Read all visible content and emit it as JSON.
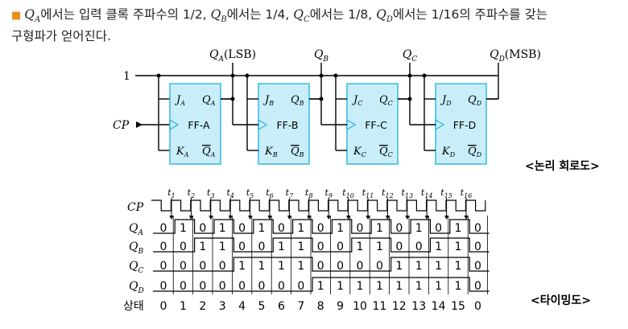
{
  "intro": {
    "line1_parts": [
      {
        "var": "Q",
        "sub": "A",
        "text": "에서는 입력 클록 주파수의 1/2, "
      },
      {
        "var": "Q",
        "sub": "B",
        "text": "에서는 1/4, "
      },
      {
        "var": "Q",
        "sub": "C",
        "text": "에서는 1/8, "
      },
      {
        "var": "Q",
        "sub": "D",
        "text": "에서는 1/16의 주파수를 갖는"
      }
    ],
    "line2": "구형파가 얻어진다."
  },
  "circuit": {
    "input_one": "1",
    "clock_label": "CP",
    "tap_labels": [
      {
        "var": "Q",
        "sub": "A",
        "suffix": "(LSB)"
      },
      {
        "var": "Q",
        "sub": "B",
        "suffix": ""
      },
      {
        "var": "Q",
        "sub": "C",
        "suffix": ""
      },
      {
        "var": "Q",
        "sub": "D",
        "suffix": "(MSB)"
      }
    ],
    "flipflops": [
      {
        "name": "FF-A",
        "j": "J",
        "k": "K",
        "q": "Q",
        "sub": "A"
      },
      {
        "name": "FF-B",
        "j": "J",
        "k": "K",
        "q": "Q",
        "sub": "B"
      },
      {
        "name": "FF-C",
        "j": "J",
        "k": "K",
        "q": "Q",
        "sub": "C"
      },
      {
        "name": "FF-D",
        "j": "J",
        "k": "K",
        "q": "Q",
        "sub": "D"
      }
    ],
    "caption": "<논리 회로도>"
  },
  "timing": {
    "time_labels": [
      "1",
      "2",
      "3",
      "4",
      "5",
      "6",
      "7",
      "8",
      "9",
      "10",
      "11",
      "12",
      "13",
      "14",
      "15",
      "16"
    ],
    "rows": [
      {
        "var": "Q",
        "sub": "A",
        "bits": [
          "0",
          "1",
          "0",
          "1",
          "0",
          "1",
          "0",
          "1",
          "0",
          "1",
          "0",
          "1",
          "0",
          "1",
          "0",
          "1",
          "0"
        ]
      },
      {
        "var": "Q",
        "sub": "B",
        "bits": [
          "0",
          "0",
          "1",
          "1",
          "0",
          "0",
          "1",
          "1",
          "0",
          "0",
          "1",
          "1",
          "0",
          "0",
          "1",
          "1",
          "0"
        ]
      },
      {
        "var": "Q",
        "sub": "C",
        "bits": [
          "0",
          "0",
          "0",
          "0",
          "1",
          "1",
          "1",
          "1",
          "0",
          "0",
          "0",
          "0",
          "1",
          "1",
          "1",
          "1",
          "0"
        ]
      },
      {
        "var": "Q",
        "sub": "D",
        "bits": [
          "0",
          "0",
          "0",
          "0",
          "0",
          "0",
          "0",
          "0",
          "1",
          "1",
          "1",
          "1",
          "1",
          "1",
          "1",
          "1",
          "0"
        ]
      }
    ],
    "clock_label": "CP",
    "state_label": "상태",
    "states": [
      "0",
      "1",
      "2",
      "3",
      "4",
      "5",
      "6",
      "7",
      "8",
      "9",
      "10",
      "11",
      "12",
      "13",
      "14",
      "15",
      "0"
    ],
    "caption": "<타이밍도>"
  },
  "colors": {
    "ff_fill": "#c9eefa",
    "ff_stroke": "#2bb5de",
    "bullet": "#e8901b"
  }
}
